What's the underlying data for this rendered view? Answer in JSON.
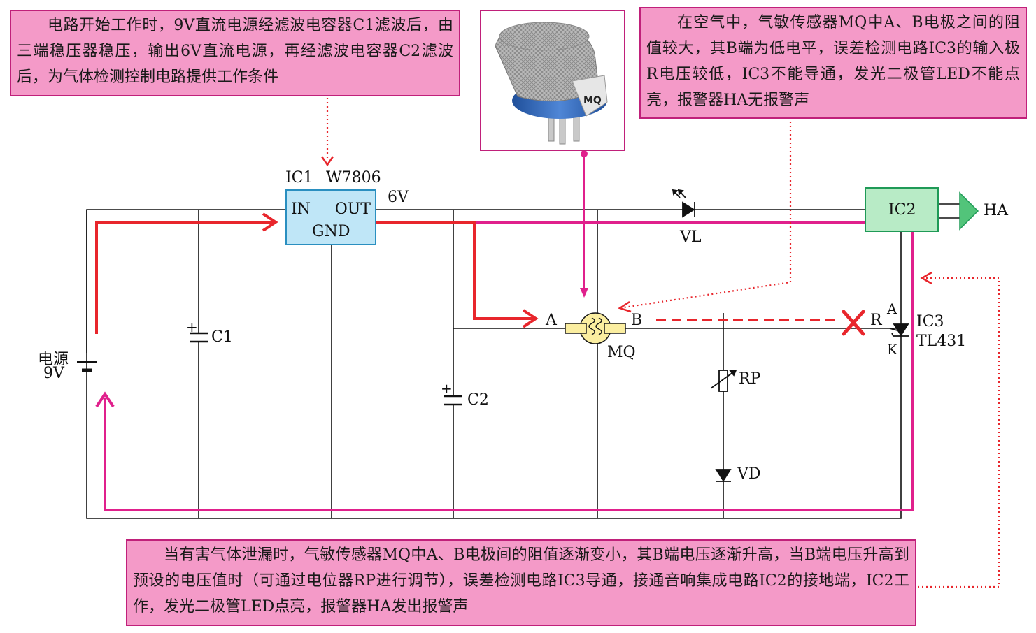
{
  "notes": {
    "top_left": "电路开始工作时，9V直流电源经滤波电容器C1滤波后，由三端稳压器稳压，输出6V直流电源，再经滤波电容器C2滤波后，为气体检测控制电路提供工作条件",
    "top_right": "在空气中，气敏传感器MQ中A、B电极之间的阻值较大，其B端为低电平，误差检测电路IC3的输入极R电压较低，IC3不能导通，发光二极管LED不能点亮，报警器HA无报警声",
    "bottom": "当有害气体泄漏时，气敏传感器MQ中A、B电极间的阻值逐渐变小，其B端电压逐渐升高，当B端电压升高到预设的电压值时（可通过电位器RP进行调节），误差检测电路IC3导通，接通音响集成电路IC2的接地端，IC2工作，发光二极管LED点亮，报警器HA发出报警声"
  },
  "components": {
    "ic1_label": "IC1",
    "ic1_model": "W7806",
    "ic1_in": "IN",
    "ic1_out": "OUT",
    "ic1_gnd": "GND",
    "v6": "6V",
    "ic2": "IC2",
    "ha": "HA",
    "vl": "VL",
    "power": "电源",
    "power_v": "9V",
    "c1": "C1",
    "c2": "C2",
    "mq": "MQ",
    "mq_a": "A",
    "mq_b": "B",
    "mq_photo_mark": "MQ",
    "rp": "RP",
    "vd": "VD",
    "ic3_a": "A",
    "ic3_r": "R",
    "ic3_k": "K",
    "ic3": "IC3",
    "ic3_model": "TL431",
    "plus": "+"
  },
  "colors": {
    "red_path": "#e8262c",
    "magenta_path": "#e0208c",
    "note_bg": "#f49ac8",
    "note_border": "#c0207a",
    "ic1_fill": "#bfe6f7",
    "ic2_fill": "#b8ebc6",
    "mq_fill": "#fbeea0"
  }
}
